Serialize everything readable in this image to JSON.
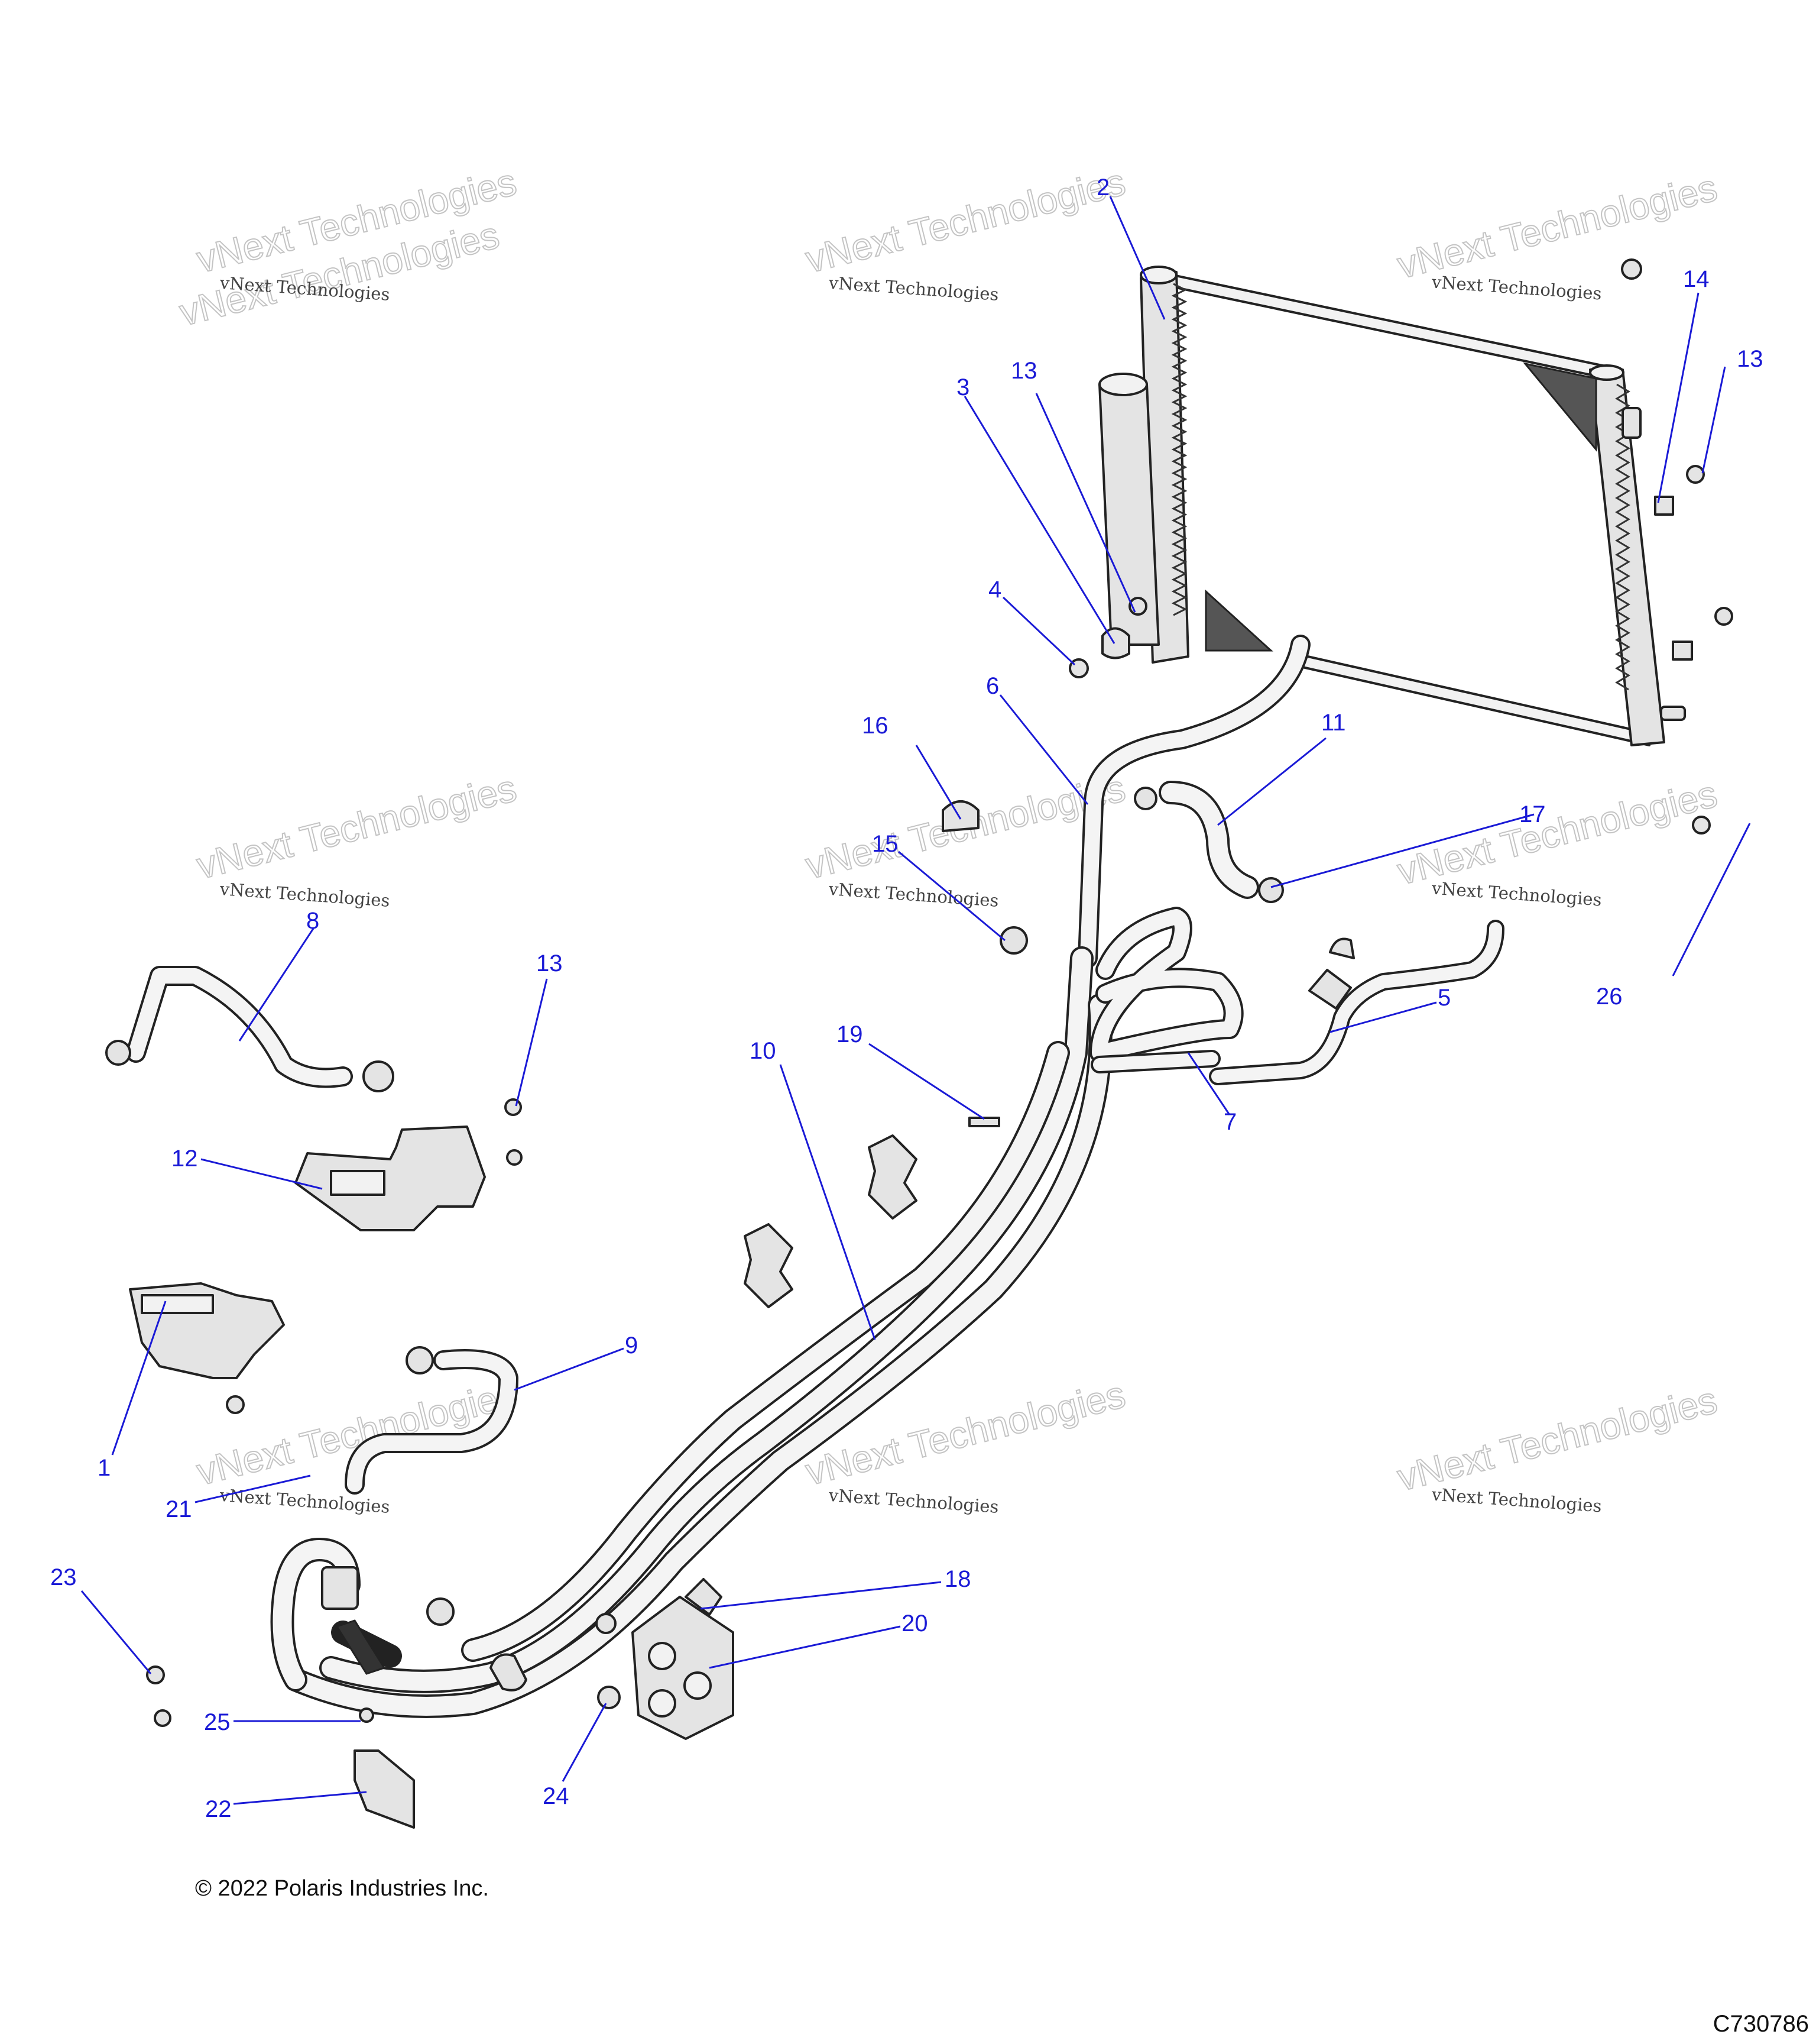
{
  "watermark": {
    "text_small": "vNext Technologies",
    "text_big": "vNext Technologies"
  },
  "callouts": [
    {
      "id": "1",
      "label": "1"
    },
    {
      "id": "2",
      "label": "2"
    },
    {
      "id": "3",
      "label": "3"
    },
    {
      "id": "4",
      "label": "4"
    },
    {
      "id": "5",
      "label": "5"
    },
    {
      "id": "6",
      "label": "6"
    },
    {
      "id": "7",
      "label": "7"
    },
    {
      "id": "8",
      "label": "8"
    },
    {
      "id": "9",
      "label": "9"
    },
    {
      "id": "10",
      "label": "10"
    },
    {
      "id": "11",
      "label": "11"
    },
    {
      "id": "12",
      "label": "12"
    },
    {
      "id": "13a",
      "label": "13"
    },
    {
      "id": "13b",
      "label": "13"
    },
    {
      "id": "13c",
      "label": "13"
    },
    {
      "id": "14",
      "label": "14"
    },
    {
      "id": "15",
      "label": "15"
    },
    {
      "id": "16",
      "label": "16"
    },
    {
      "id": "17",
      "label": "17"
    },
    {
      "id": "18",
      "label": "18"
    },
    {
      "id": "19",
      "label": "19"
    },
    {
      "id": "20",
      "label": "20"
    },
    {
      "id": "21",
      "label": "21"
    },
    {
      "id": "22",
      "label": "22"
    },
    {
      "id": "23",
      "label": "23"
    },
    {
      "id": "24",
      "label": "24"
    },
    {
      "id": "25",
      "label": "25"
    },
    {
      "id": "26",
      "label": "26"
    }
  ],
  "footer": {
    "copyright": "© 2022 Polaris Industries Inc.",
    "figure_id": "C730786"
  },
  "colors": {
    "callout": "#1a1ad6",
    "line_art": "#222222",
    "part_fill": "#e4e4e4"
  }
}
